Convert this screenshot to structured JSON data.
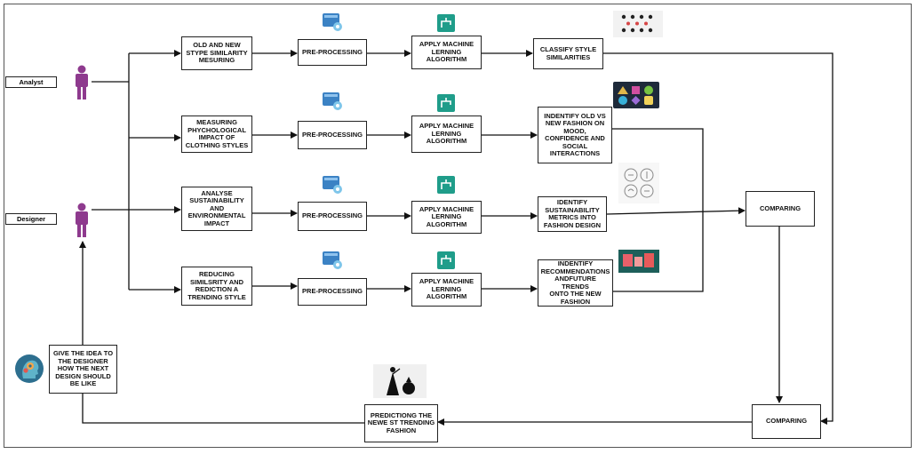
{
  "roles": {
    "analyst": "Analyst",
    "designer": "Designer"
  },
  "rows": [
    {
      "task": "OLD AND NEW\nSTYPE SIMILARITY\nMESURING",
      "preprocess": "PRE-PROCESSING",
      "ml": "APPLY MACHINE\nLERNING\nALGORITHM",
      "result": "CLASSIFY STYLE\nSIMILARITIES"
    },
    {
      "task": "MEASURING\nPHYCHOLOGICAL\nIMPACT OF\nCLOTHING STYLES",
      "preprocess": "PRE-PROCESSING",
      "ml": "APPLY MACHINE\nLERNING\nALGORITHM",
      "result": "INDENTIFY OLD VS\nNEW FASHION ON\nMOOD,\nCONFIDENCE AND\nSOCIAL\nINTERACTIONS"
    },
    {
      "task": "ANALYSE\nSUSTAINABILITY\nAND\nENVIRONMENTAL\nIMPACT",
      "preprocess": "PRE-PROCESSING",
      "ml": "APPLY MACHINE\nLERNING\nALGORITHM",
      "result": "IDENTIFY\nSUSTAINABILITY\nMETRICS INTO\nFASHION DESIGN"
    },
    {
      "task": "REDUCING\nSIMILSRITY AND\nREDICTION A\nTRENDING STYLE",
      "preprocess": "PRE-PROCESSING",
      "ml": "APPLY MACHINE\nLERNING\nALGORITHM",
      "result": "INDENTIFY\nRECOMMENDATIONS\nANDFUTURE TRENDS\nONTO THE NEW\nFASHION"
    }
  ],
  "comparing_1": "COMPARING",
  "comparing_2": "COMPARING",
  "prediction": "PREDICTIONG THE\nNEWE ST TRENDING\nFASHION",
  "idea": "GIVE THE IDEA TO\nTHE DESIGNER\nHOW THE NEXT\nDESIGN SHOULD\nBE LIKE",
  "colors": {
    "person": "#8e3a8e",
    "preprocess_icon": "#3b82c4",
    "ml_icon": "#1f9d8a",
    "dark_panel": "#1e2a3a",
    "teal_panel": "#1d5f5a"
  },
  "icons": {
    "person": "person-icon",
    "preprocess": "data-processing-icon",
    "ml": "ml-algorithm-icon",
    "similarity": "pattern-dots-icon",
    "mood": "shapes-icon",
    "sustainability": "eco-icons-icon",
    "trends": "trend-board-icon",
    "fashion": "fashion-silhouette-icon",
    "idea": "head-gear-icon"
  }
}
